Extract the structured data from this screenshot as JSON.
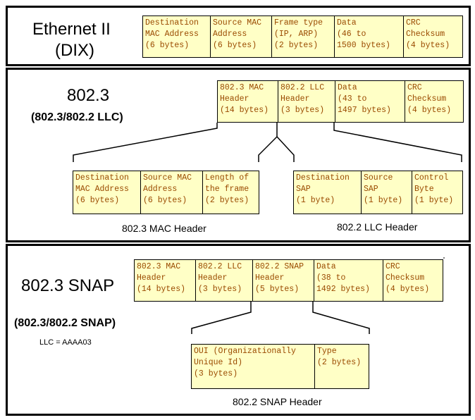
{
  "ethernet2": {
    "title": "Ethernet II",
    "subtitle": "(DIX)",
    "fields": [
      "Destination\nMAC Address\n(6 bytes)",
      "Source MAC\nAddress\n(6 bytes)",
      "Frame type\n(IP, ARP)\n(2 bytes)",
      "Data\n(46 to\n1500 bytes)",
      "CRC\nChecksum\n(4 bytes)"
    ]
  },
  "ieee8023": {
    "title": "802.3",
    "subtitle": "(802.3/802.2 LLC)",
    "fields": [
      "802.3 MAC\nHeader\n(14 bytes)",
      "802.2 LLC\nHeader\n(3 bytes)",
      "Data\n(43 to\n1497 bytes)",
      "CRC\nChecksum\n(4 bytes)"
    ],
    "mac_header": {
      "caption": "802.3 MAC Header",
      "fields": [
        "Destination\nMAC Address\n(6 bytes)",
        "Source MAC\nAddress\n(6 bytes)",
        "Length of\nthe frame\n(2 bytes)"
      ]
    },
    "llc_header": {
      "caption": "802.2 LLC Header",
      "fields": [
        "Destination\nSAP\n(1 byte)",
        "Source\nSAP\n(1 byte)",
        "Control\nByte\n(1 byte)"
      ]
    }
  },
  "snap": {
    "title": "802.3 SNAP",
    "subtitle": "(802.3/802.2  SNAP)",
    "llc_note": "LLC = AAAA03",
    "fields": [
      "802.3 MAC\nHeader\n(14 bytes)",
      "802.2 LLC\nHeader\n(3 bytes)",
      "802.2 SNAP\nHeader\n(5 bytes)",
      "Data\n(38 to\n1492 bytes)",
      "CRC\nChecksum\n(4 bytes)"
    ],
    "snap_header": {
      "caption": "802.2 SNAP Header",
      "fields": [
        "OUI (Organizationally\nUnique Id)\n(3 bytes)",
        "Type\n(2 bytes)"
      ]
    }
  }
}
